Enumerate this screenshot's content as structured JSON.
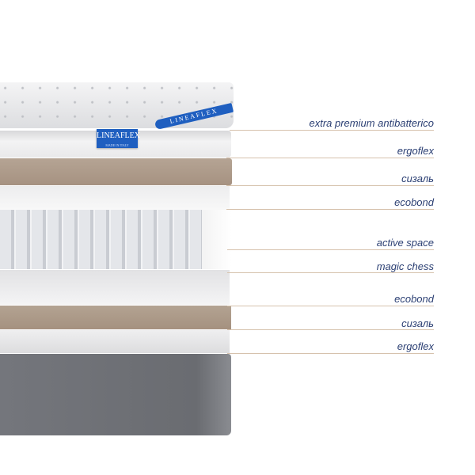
{
  "brand": {
    "logo_text": "LINEAFLEX",
    "logo_subtext": "MADE IN ITALY",
    "ribbon_text": "LINEAFLEX"
  },
  "layers": [
    {
      "label": "extra premium antibatterico"
    },
    {
      "label": "ergoflex"
    },
    {
      "label": "сизаль"
    },
    {
      "label": "ecobond"
    },
    {
      "label": "active space"
    },
    {
      "label": "magic chess"
    },
    {
      "label": "ecobond"
    },
    {
      "label": "сизаль"
    },
    {
      "label": "ergoflex"
    }
  ]
}
